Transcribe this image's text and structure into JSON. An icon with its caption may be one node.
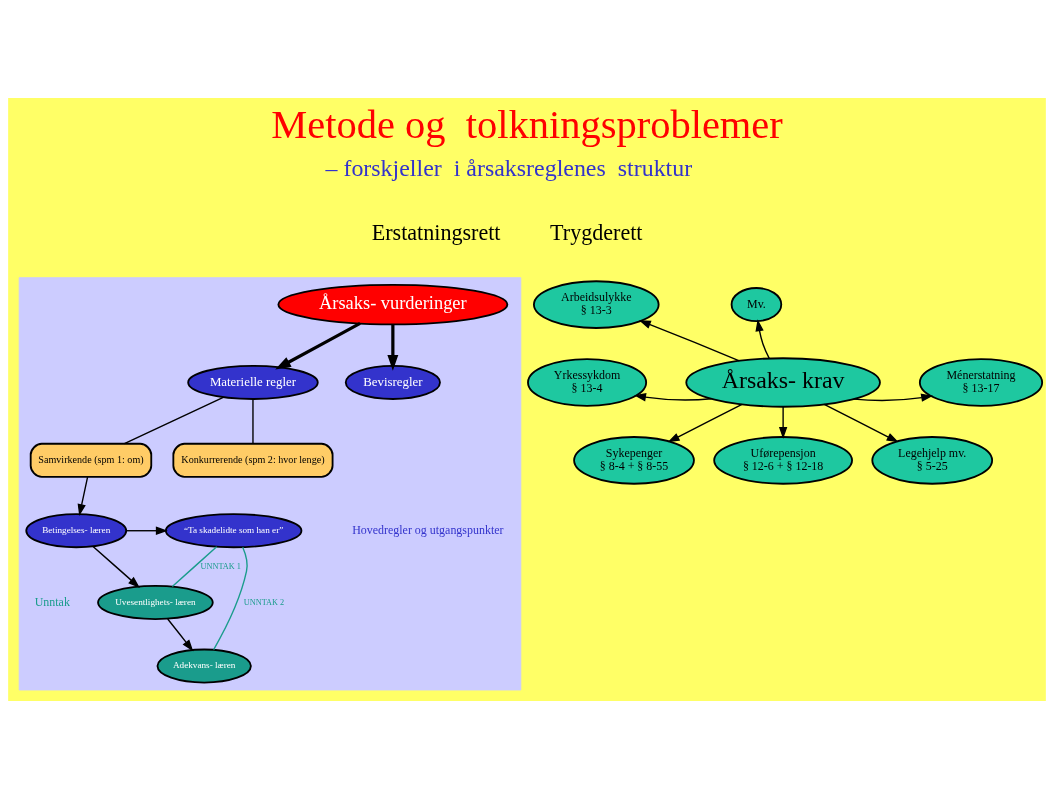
{
  "diagram": {
    "title": "Metode og  tolkningsproblemer",
    "nodes": [
      {
        "text": [],
        "shape": "box"
      },
      {
        "text": [
          "Årsaks- vurderinger"
        ],
        "in": 0
      },
      {
        "text": [
          "Materielle regler"
        ],
        "in": 0
      },
      {
        "text": [
          "Bevisregler"
        ],
        "in": 0
      },
      {
        "text": [
          "Samvirkende (spm 1: om)"
        ],
        "in": 0
      },
      {
        "text": [
          "Konkurrerende (spm 2: hvor lenge)"
        ],
        "in": 0
      },
      {
        "text": [
          "Betingelses- læren"
        ],
        "in": 0
      },
      {
        "text": [
          "“Ta skadelidte som han er”"
        ],
        "in": 0
      },
      {
        "text": [
          "Uvesentlighets- læren"
        ],
        "in": 0
      },
      {
        "text": [
          "Adekvans- læren"
        ],
        "in": 0
      },
      {
        "text": [
          "Årsaks- krav"
        ]
      },
      {
        "text": [
          "Arbeidsulykke",
          "§ 13-3"
        ]
      },
      {
        "text": [
          "Mv."
        ]
      },
      {
        "text": [
          "Yrkessykdom",
          "§ 13-4"
        ]
      },
      {
        "text": [
          "Ménerstatning",
          "§ 13-17"
        ]
      },
      {
        "text": [
          "Legehjelp mv.",
          "§ 5-25"
        ]
      },
      {
        "text": [
          "Sykepenger",
          "§ 8-4 + § 8-55"
        ]
      },
      {
        "text": [
          "Uførepensjon",
          "§ 12-6 + § 12-18"
        ]
      }
    ],
    "edges": [
      {
        "from": 1,
        "to": 2,
        "arrow": "to",
        "style": "thick"
      },
      {
        "from": 1,
        "to": 3,
        "arrow": "to",
        "style": "thick"
      },
      {
        "from": 2,
        "to": 4,
        "arrow": "none"
      },
      {
        "from": 2,
        "to": 5,
        "arrow": "none"
      },
      {
        "from": 4,
        "to": 6,
        "arrow": "to"
      },
      {
        "from": 6,
        "to": 7,
        "arrow": "to"
      },
      {
        "from": 6,
        "to": 8,
        "arrow": "to"
      },
      {
        "from": 8,
        "to": 9,
        "arrow": "to"
      },
      {
        "from": 7,
        "to": 8,
        "arrow": "none",
        "label": "UNNTAK 1",
        "color": "#1a9c8c"
      },
      {
        "from": 7,
        "to": 9,
        "arrow": "none",
        "label": "UNNTAK 2",
        "color": "#1a9c8c"
      },
      {
        "from": 10,
        "to": 11,
        "arrow": "to"
      },
      {
        "from": 10,
        "to": 12,
        "arrow": "to"
      },
      {
        "from": 10,
        "to": 13,
        "arrow": "to"
      },
      {
        "from": 10,
        "to": 14,
        "arrow": "to"
      },
      {
        "from": 10,
        "to": 15,
        "arrow": "to"
      },
      {
        "from": 10,
        "to": 16,
        "arrow": "to"
      },
      {
        "from": 10,
        "to": 17,
        "arrow": "to"
      }
    ],
    "labels": [
      "– forskjeller  i årsaksreglenes  struktur",
      "Erstatningsrett",
      "Trygderett",
      "Hovedregler og utgangspunkter",
      "Unntak"
    ]
  }
}
